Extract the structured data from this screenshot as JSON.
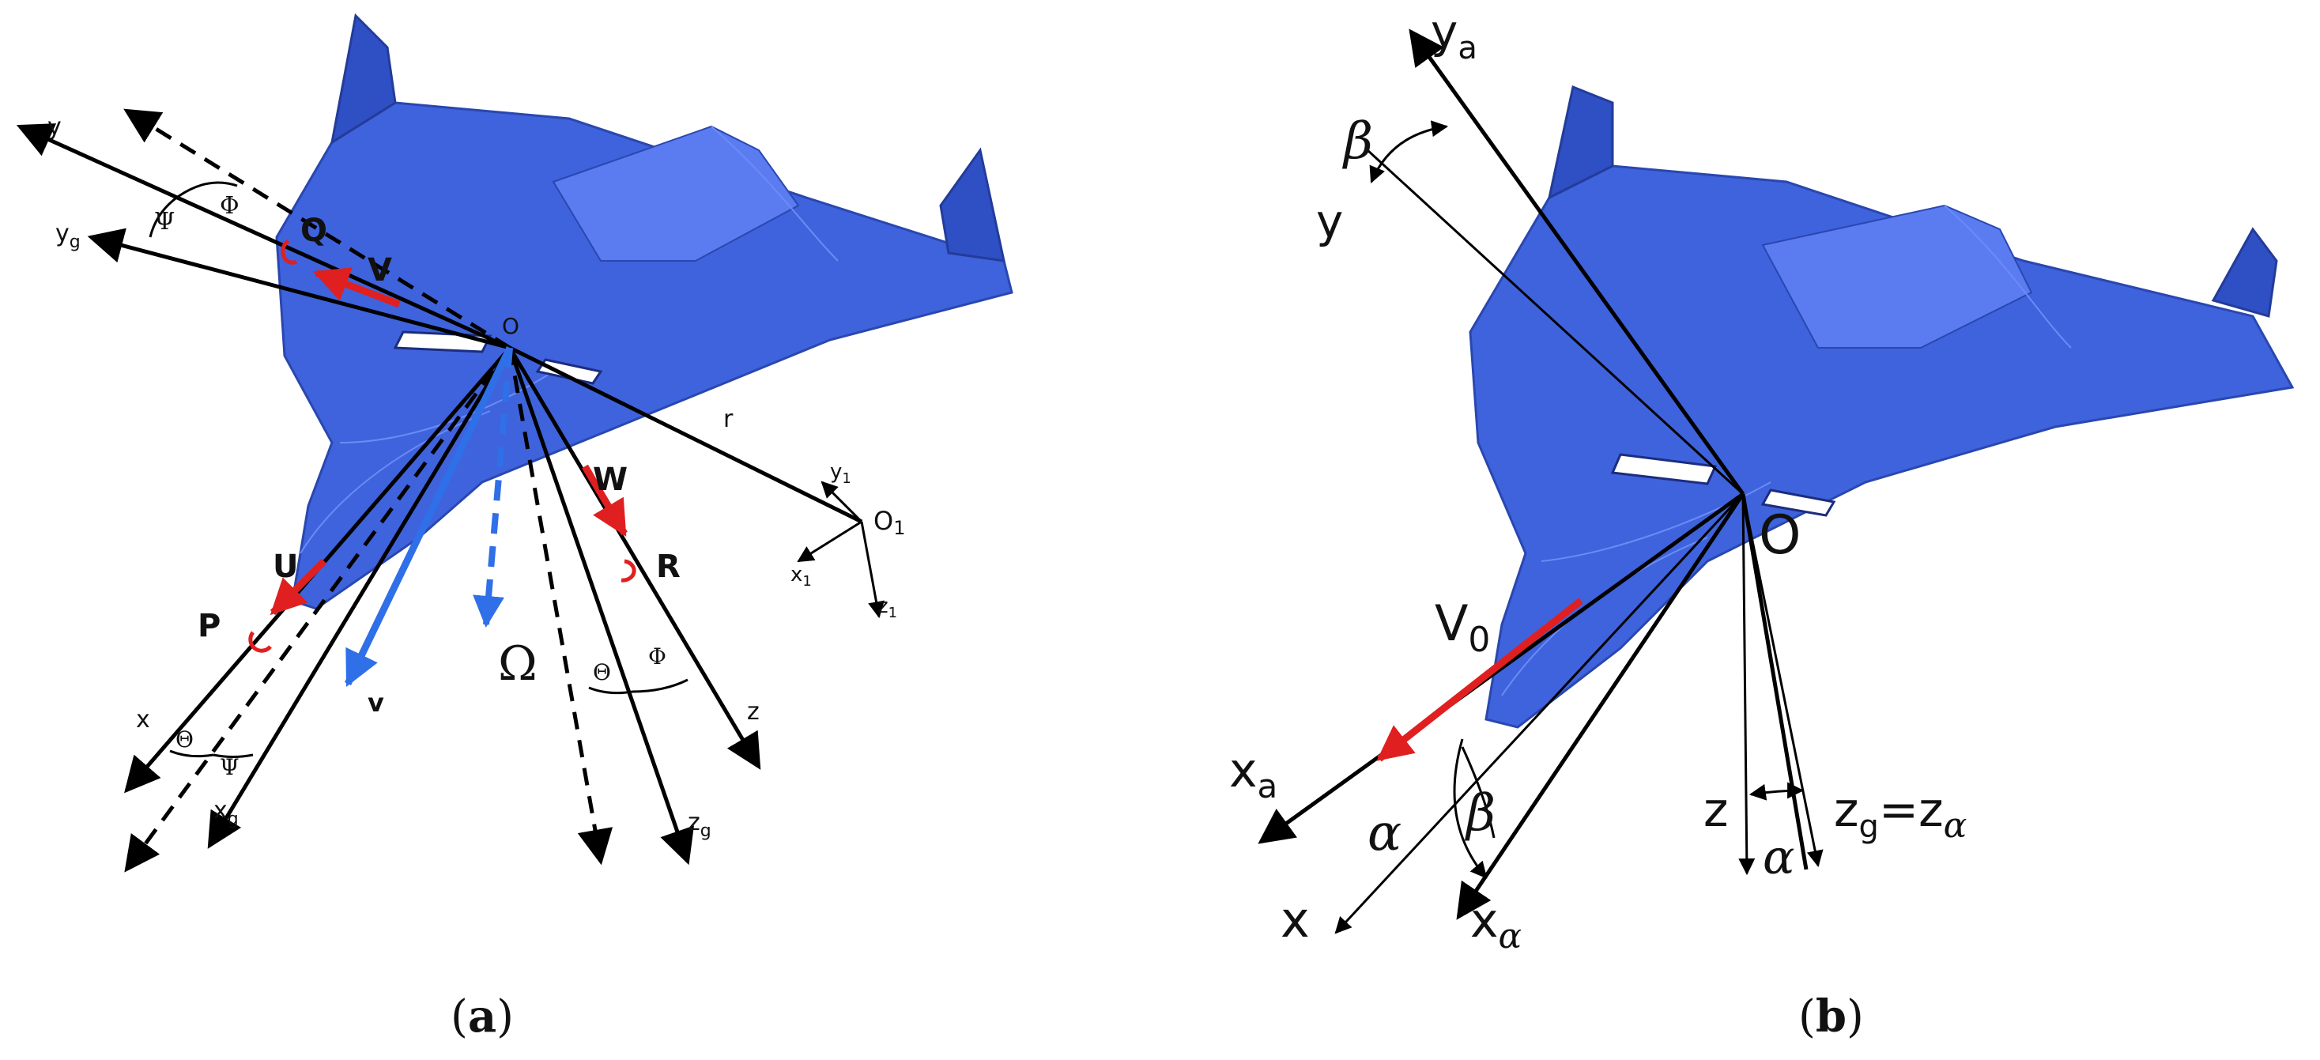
{
  "panel_a": {
    "caption_open": "(",
    "caption_letter": "a",
    "caption_close": ")",
    "axes": {
      "x": "x",
      "xg": "x",
      "xg_sub": "g",
      "y": "y",
      "yg": "y",
      "yg_sub": "g",
      "z": "z",
      "zg": "z",
      "zg_sub": "g",
      "v": "v",
      "omega": "Ω",
      "r": "r",
      "origin": "O",
      "o1": "O",
      "o1_sub": "1",
      "x1": "x",
      "x1_sub": "1",
      "y1": "y",
      "y1_sub": "1",
      "z1": "z",
      "z1_sub": "1"
    },
    "components": {
      "U": "U",
      "V": "V",
      "W": "W",
      "P": "P",
      "Q": "Q",
      "R": "R"
    },
    "angles": {
      "phi_top": "Φ",
      "psi_top": "Ψ",
      "theta_bottom": "Θ",
      "psi_bottom": "Ψ",
      "theta_right": "Θ",
      "phi_right": "Φ"
    }
  },
  "panel_b": {
    "caption_open": "(",
    "caption_letter": "b",
    "caption_close": ")",
    "axes": {
      "ya": "y",
      "ya_sub": "a",
      "y": "y",
      "xa": "x",
      "xa_sub": "a",
      "x": "x",
      "xalpha": "x",
      "xalpha_sub": "α",
      "z": "z",
      "zg_eq": "z",
      "zg_sub": "g",
      "eq": "=",
      "zalpha": "z",
      "zalpha_sub": "α",
      "origin": "O",
      "v0": "V",
      "v0_sub": "0"
    },
    "angles": {
      "beta_top": "β",
      "alpha_left": "α",
      "beta_bottom": "β",
      "alpha_bottom": "α"
    }
  },
  "colors": {
    "plane": "#3f63dc",
    "force": "#e02020",
    "velocity": "#2f6fe8",
    "axis": "#000000"
  }
}
